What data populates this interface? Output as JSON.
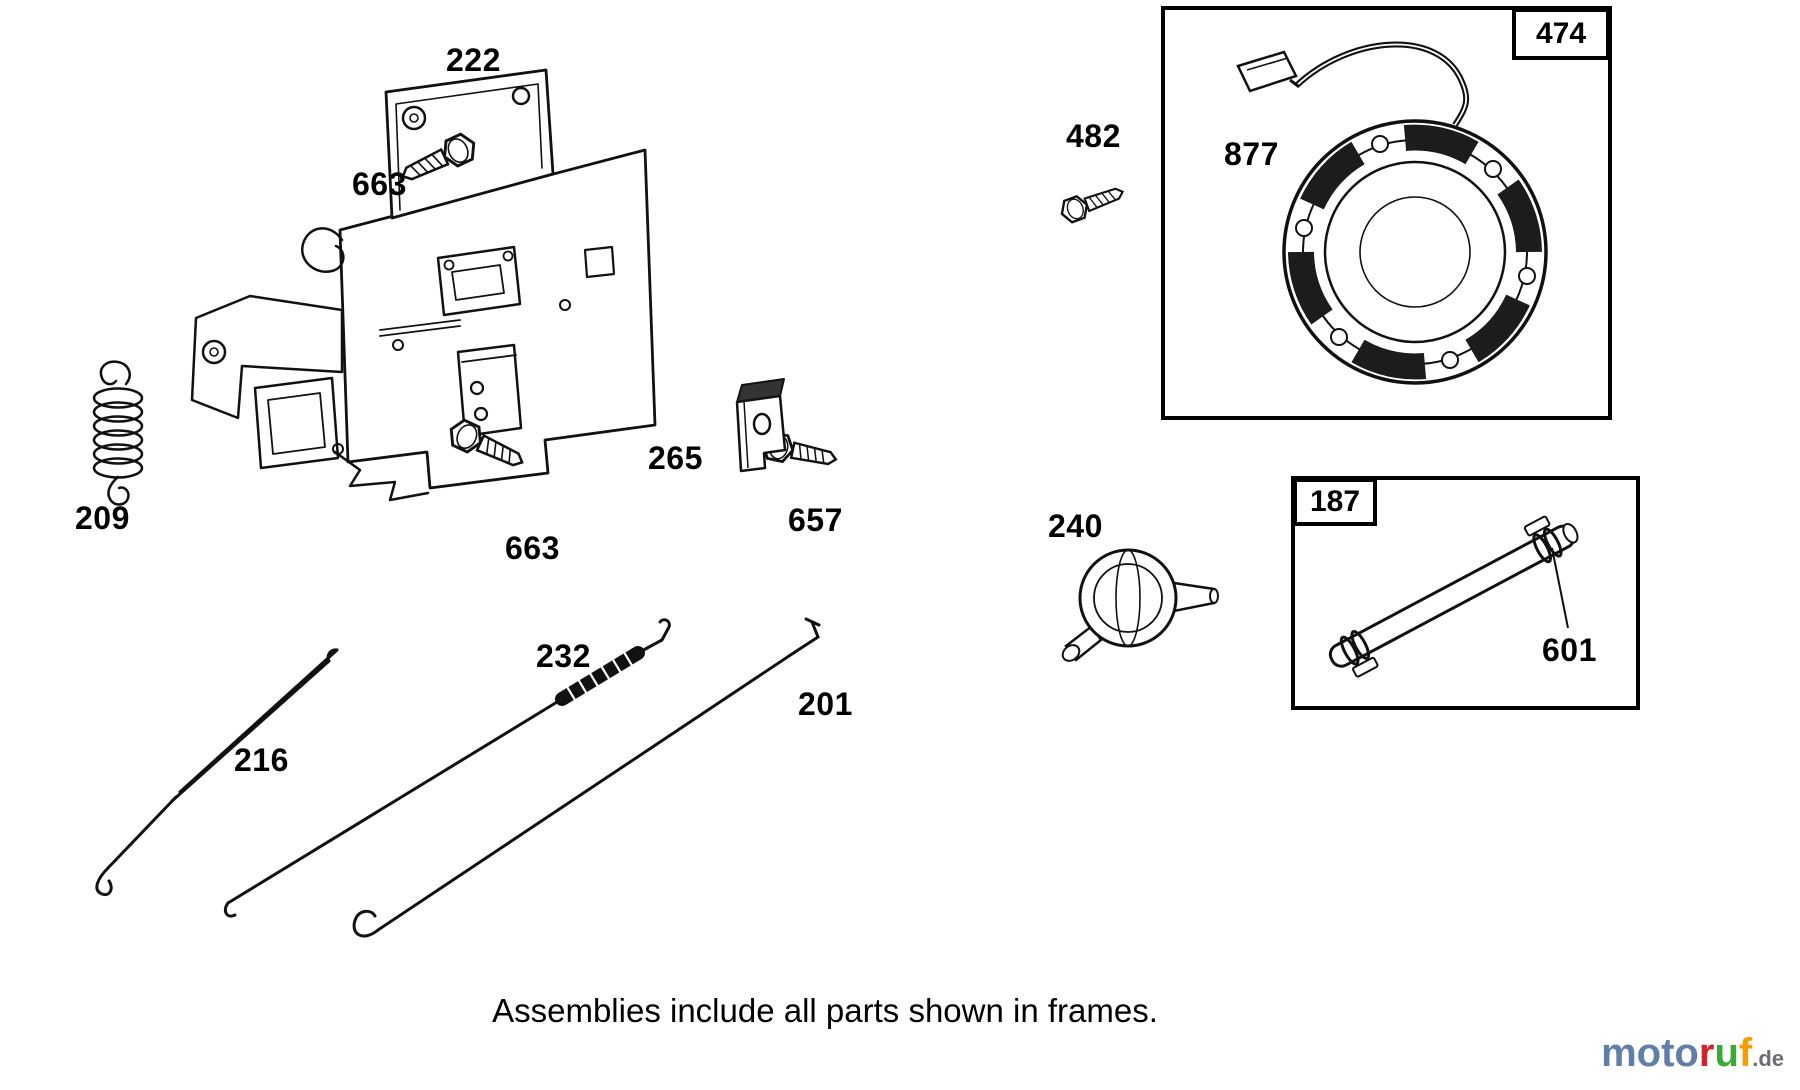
{
  "part_labels": {
    "222": "222",
    "663": "663",
    "482": "482",
    "877": "877",
    "474": "474",
    "209": "209",
    "265": "265",
    "657": "657",
    "240": "240",
    "187": "187",
    "601": "601",
    "232": "232",
    "216": "216",
    "201": "201"
  },
  "caption": "Assemblies include all parts shown in frames.",
  "logo": {
    "segments": [
      {
        "text": "moto",
        "color": "#5f7fa8",
        "small": false
      },
      {
        "text": "r",
        "color": "#d2232a",
        "small": false
      },
      {
        "text": "u",
        "color": "#3aaa35",
        "small": false
      },
      {
        "text": "f",
        "color": "#f59c00",
        "small": false
      },
      {
        "text": ".de",
        "color": "#6d6e71",
        "small": true
      }
    ]
  }
}
